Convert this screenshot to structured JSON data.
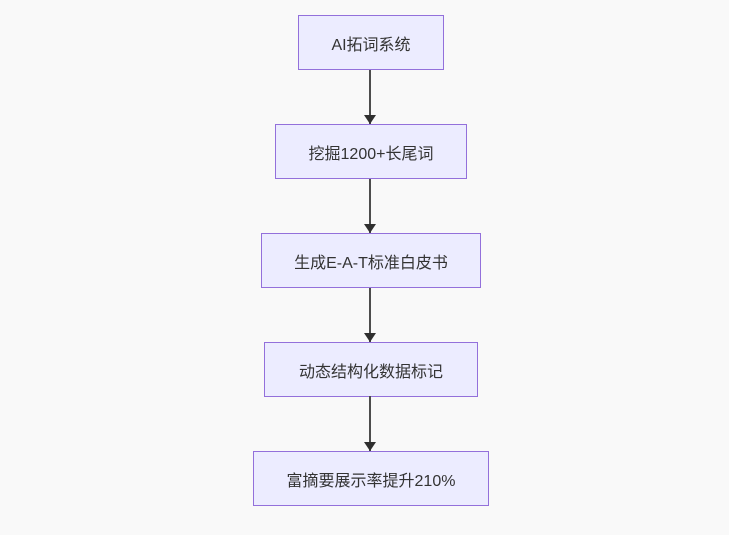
{
  "diagram": {
    "type": "flowchart",
    "direction": "top-down",
    "colors": {
      "background": "#f9f9f9",
      "node_fill": "#ECECFF",
      "node_border": "#9370DB",
      "text": "#333333",
      "arrow": "#333333"
    },
    "steps": [
      {
        "label": "AI拓词系统"
      },
      {
        "label": "挖掘1200+长尾词"
      },
      {
        "label": "生成E-A-T标准白皮书"
      },
      {
        "label": "动态结构化数据标记"
      },
      {
        "label": "富摘要展示率提升210%"
      }
    ],
    "connections": [
      {
        "from": 0,
        "to": 1
      },
      {
        "from": 1,
        "to": 2
      },
      {
        "from": 2,
        "to": 3
      },
      {
        "from": 3,
        "to": 4
      }
    ]
  }
}
